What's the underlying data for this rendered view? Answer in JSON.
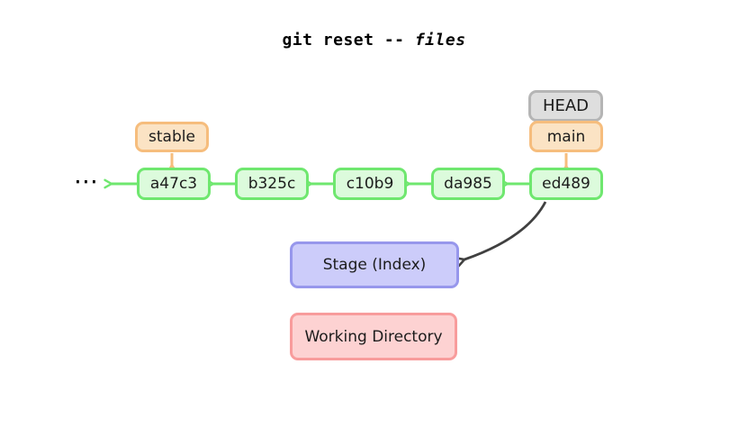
{
  "title": {
    "command": "git reset -- ",
    "argument": "files"
  },
  "head_label": "HEAD",
  "branches": {
    "stable": "stable",
    "main": "main"
  },
  "commits": [
    "a47c3",
    "b325c",
    "c10b9",
    "da985",
    "ed489"
  ],
  "areas": {
    "stage": "Stage (Index)",
    "working": "Working Directory"
  },
  "history_ellipsis": "⋯",
  "colors": {
    "commit_fill": "#dcfbdc",
    "commit_border": "#6fe76f",
    "branch_fill": "#fbe3c4",
    "branch_border": "#f6bd7d",
    "head_fill": "#dedede",
    "head_border": "#b5b5b5",
    "stage_fill": "#ccccfa",
    "stage_border": "#9797ec",
    "working_fill": "#fdd2d2",
    "working_border": "#f89c9c",
    "reset_arrow": "#404040"
  }
}
